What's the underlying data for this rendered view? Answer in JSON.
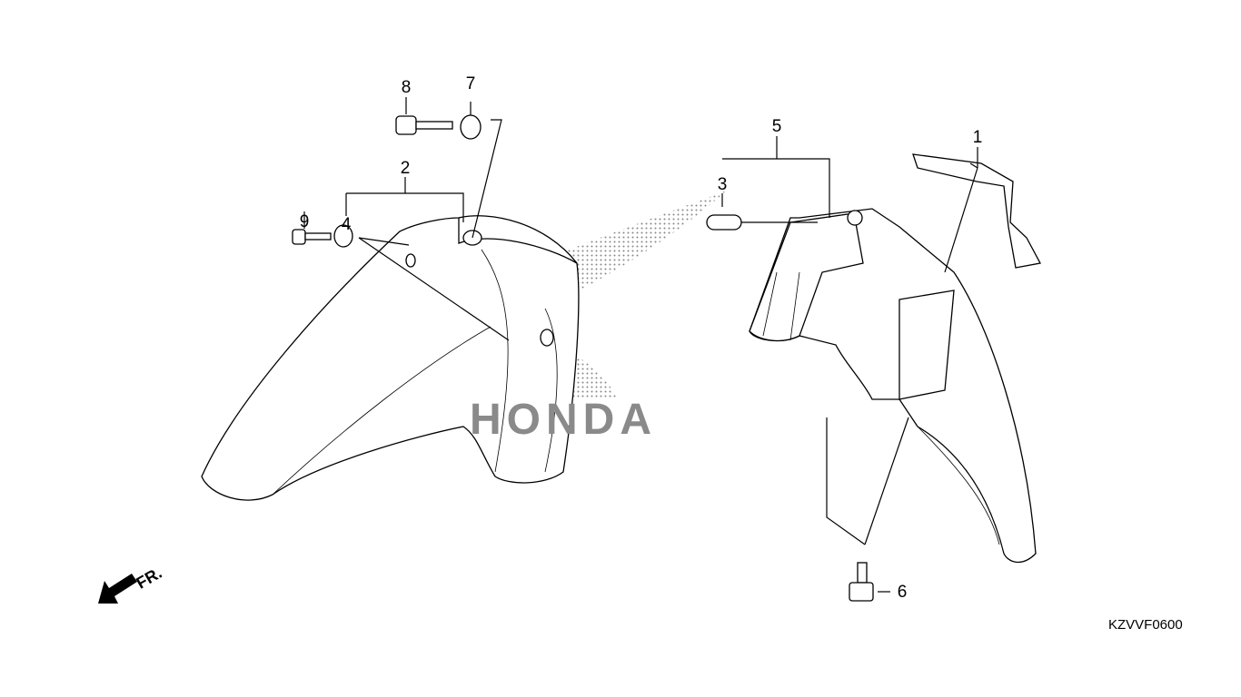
{
  "diagram": {
    "callouts": [
      "1",
      "2",
      "3",
      "4",
      "5",
      "6",
      "7",
      "8",
      "9"
    ],
    "watermark": "HONDA",
    "front_indicator": "FR.",
    "diagram_code": "KZVVF0600"
  }
}
